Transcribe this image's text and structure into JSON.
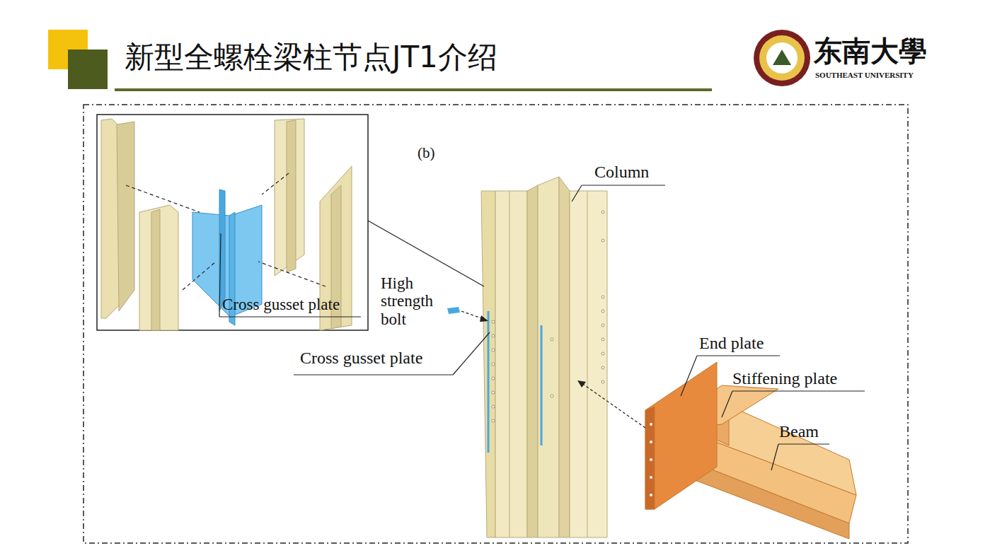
{
  "diagram": {
    "title": "新型全螺栓梁柱节点JT1介绍",
    "labels": [
      "东南大學",
      "SOUTHEAST UNIVERSITY",
      "(b)",
      "Cross gusset plate",
      "Column",
      "High strength bolt",
      "Cross gusset plate",
      "End plate",
      "Stiffening plate",
      "Beam"
    ]
  }
}
